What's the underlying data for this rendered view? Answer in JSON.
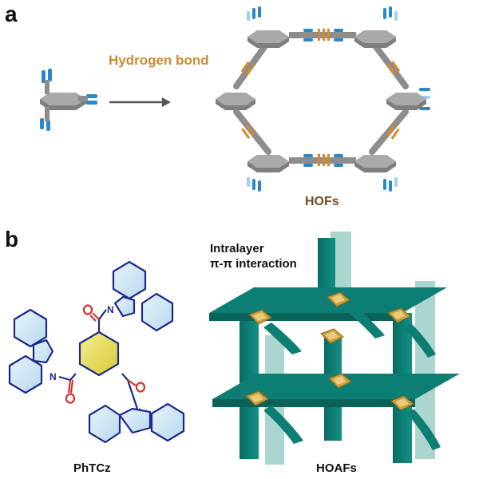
{
  "panels": {
    "a": {
      "letter": "a",
      "hydrogen_bond_label": "Hydrogen bond",
      "hofs_label": "HOFs"
    },
    "b": {
      "letter": "b",
      "intralayer_label_line1": "Intralayer",
      "intralayer_label_line2": "π-π interaction",
      "molecule_label": "PhTCz",
      "hoafs_label": "HOAFs"
    }
  },
  "colors": {
    "node_gray": "#a9a9a9",
    "blue_arm": "#2a88c8",
    "light_blue_arm": "#9fd0ee",
    "orange_bond": "#d58a2b",
    "teal": "#0d7e73",
    "teal_light": "#8fc8c0",
    "gold": "#c9a03c",
    "ring_navy": "#1c2b8a",
    "ring_fill": "#cfe6f2",
    "carbonyl_red": "#d43030",
    "center_ring": "#e2d64a"
  }
}
